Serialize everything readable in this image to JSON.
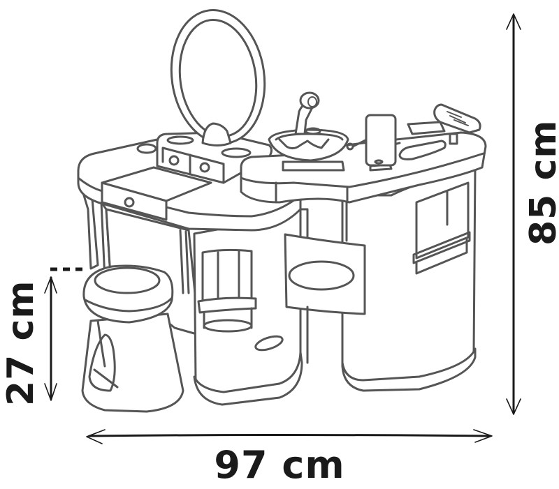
{
  "figure": {
    "subject": "toy hair salon vanity with stool - line drawing",
    "line_color": "#555555",
    "dimension_color": "#1a1a1a",
    "background": "#ffffff"
  },
  "dimensions": {
    "width": {
      "value": "97 cm",
      "orientation": "horizontal",
      "position": "bottom"
    },
    "height": {
      "value": "85 cm",
      "orientation": "vertical",
      "position": "right"
    },
    "stool_height": {
      "value": "27 cm",
      "orientation": "vertical",
      "position": "left"
    }
  },
  "components": [
    "oval-mirror",
    "vanity-top-with-knobs",
    "drawer",
    "shampoo-basin-with-shower-head",
    "phone-on-stand",
    "card-payment-terminal",
    "comb-slot",
    "side-cabinet-with-window",
    "towel-holder",
    "stool"
  ]
}
